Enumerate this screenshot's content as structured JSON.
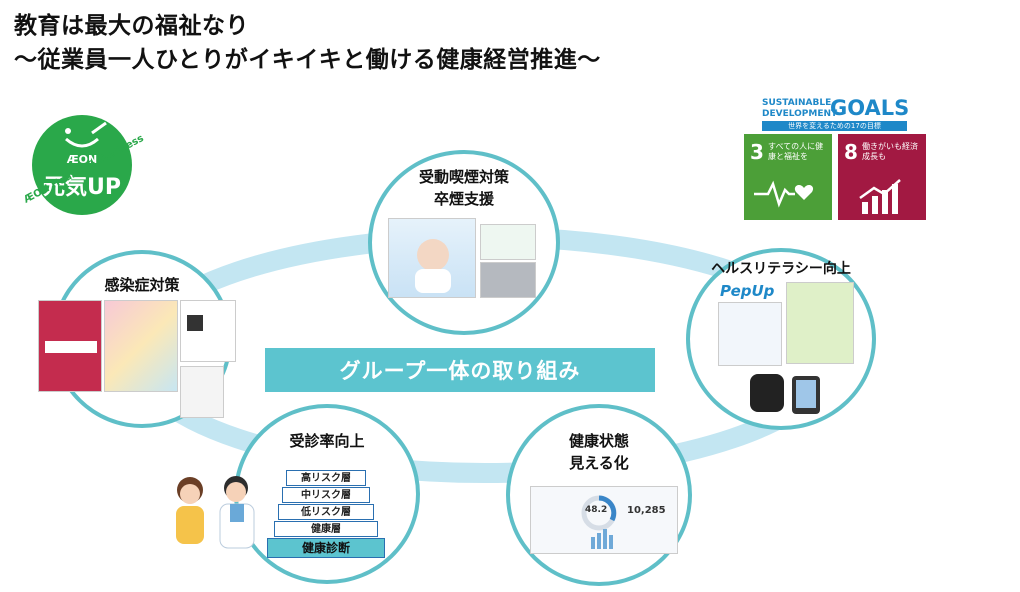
{
  "header": {
    "line1": "教育は最大の福祉なり",
    "line2": "～従業員一人ひとりがイキイキと働ける健康経営推進～"
  },
  "logo": {
    "brand": "ÆON",
    "name": "元気UP",
    "subtitle": "ÆON Health & Wellness"
  },
  "sdgs": {
    "heading_line1": "SUSTAINABLE",
    "heading_line2": "DEVELOPMENT",
    "goals_word": "GOALS",
    "bar_text": "世界を変えるための17の目標",
    "goal3": {
      "num": "3",
      "text": "すべての人に健康と福祉を",
      "color": "#4c9f38"
    },
    "goal8": {
      "num": "8",
      "text": "働きがいも経済成長も",
      "color": "#a21942"
    }
  },
  "center": "グループ一体の取り組み",
  "circles": {
    "smoking": {
      "line1": "受動喫煙対策",
      "line2": "卒煙支援"
    },
    "infection": {
      "line1": "感染症対策"
    },
    "literacy": {
      "line1": "ヘルスリテラシー向上",
      "app_name": "PepUp"
    },
    "checkup": {
      "line1": "受診率向上"
    },
    "visual": {
      "line1": "健康状態",
      "line2": "見える化",
      "stat1": "48.2",
      "stat2": "10,285"
    }
  },
  "pyramid": [
    "高リスク層",
    "中リスク層",
    "低リスク層",
    "健康層"
  ],
  "pyramid_base": "健康診断",
  "colors": {
    "ring": "#bfe4f0",
    "border": "#5fbfc8",
    "banner": "#5cc4cf"
  }
}
